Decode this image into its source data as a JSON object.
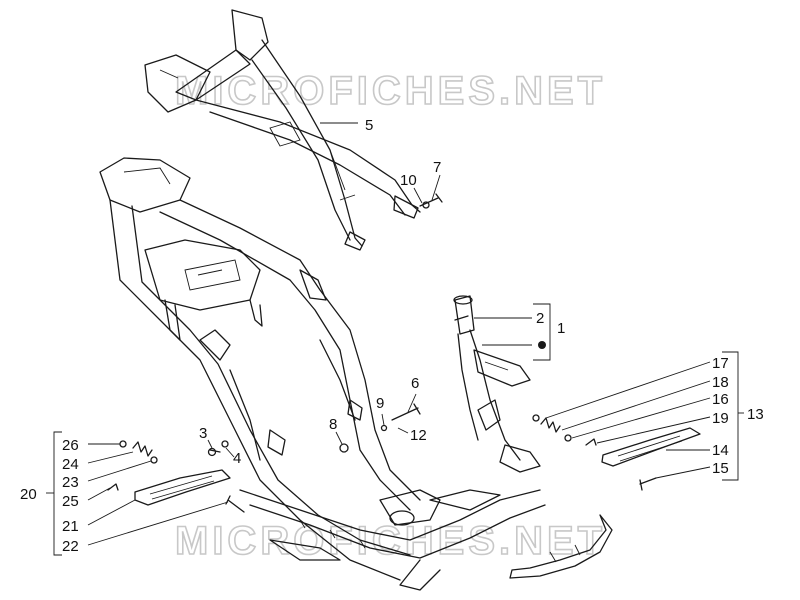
{
  "watermark": "MICROFICHES.NET",
  "callouts": {
    "c1": "1",
    "c2": "2",
    "c3": "3",
    "c4": "4",
    "c5": "5",
    "c6": "6",
    "c7": "7",
    "c8": "8",
    "c9": "9",
    "c10": "10",
    "c12": "12",
    "c13": "13",
    "c14": "14",
    "c15": "15",
    "c16": "16",
    "c17": "17",
    "c18": "18",
    "c19": "19",
    "c20": "20",
    "c21": "21",
    "c22": "22",
    "c23": "23",
    "c24": "24",
    "c25": "25",
    "c26": "26"
  },
  "colors": {
    "line": "#1a1a1a",
    "watermark": "#c8c8c8",
    "background": "#ffffff"
  }
}
